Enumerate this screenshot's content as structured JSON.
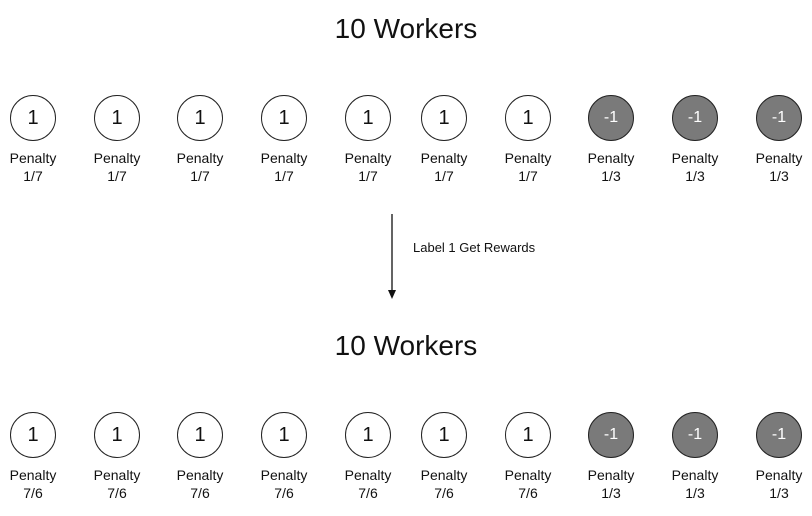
{
  "top": {
    "title": "10 Workers",
    "workers": [
      {
        "value": "1",
        "negative": false,
        "penalty_label": "Penalty",
        "penalty_value": "1/7"
      },
      {
        "value": "1",
        "negative": false,
        "penalty_label": "Penalty",
        "penalty_value": "1/7"
      },
      {
        "value": "1",
        "negative": false,
        "penalty_label": "Penalty",
        "penalty_value": "1/7"
      },
      {
        "value": "1",
        "negative": false,
        "penalty_label": "Penalty",
        "penalty_value": "1/7"
      },
      {
        "value": "1",
        "negative": false,
        "penalty_label": "Penalty",
        "penalty_value": "1/7"
      },
      {
        "value": "1",
        "negative": false,
        "penalty_label": "Penalty",
        "penalty_value": "1/7"
      },
      {
        "value": "1",
        "negative": false,
        "penalty_label": "Penalty",
        "penalty_value": "1/7"
      },
      {
        "value": "-1",
        "negative": true,
        "penalty_label": "Penalty",
        "penalty_value": "1/3"
      },
      {
        "value": "-1",
        "negative": true,
        "penalty_label": "Penalty",
        "penalty_value": "1/3"
      },
      {
        "value": "-1",
        "negative": true,
        "penalty_label": "Penalty",
        "penalty_value": "1/3"
      }
    ]
  },
  "arrow": {
    "label": "Label 1 Get Rewards"
  },
  "bottom": {
    "title": "10 Workers",
    "workers": [
      {
        "value": "1",
        "negative": false,
        "penalty_label": "Penalty",
        "penalty_value": "7/6"
      },
      {
        "value": "1",
        "negative": false,
        "penalty_label": "Penalty",
        "penalty_value": "7/6"
      },
      {
        "value": "1",
        "negative": false,
        "penalty_label": "Penalty",
        "penalty_value": "7/6"
      },
      {
        "value": "1",
        "negative": false,
        "penalty_label": "Penalty",
        "penalty_value": "7/6"
      },
      {
        "value": "1",
        "negative": false,
        "penalty_label": "Penalty",
        "penalty_value": "7/6"
      },
      {
        "value": "1",
        "negative": false,
        "penalty_label": "Penalty",
        "penalty_value": "7/6"
      },
      {
        "value": "1",
        "negative": false,
        "penalty_label": "Penalty",
        "penalty_value": "7/6"
      },
      {
        "value": "-1",
        "negative": true,
        "penalty_label": "Penalty",
        "penalty_value": "1/3"
      },
      {
        "value": "-1",
        "negative": true,
        "penalty_label": "Penalty",
        "penalty_value": "1/3"
      },
      {
        "value": "-1",
        "negative": true,
        "penalty_label": "Penalty",
        "penalty_value": "1/3"
      }
    ]
  },
  "colors": {
    "positive_fill": "#ffffff",
    "negative_fill": "#7a7a7a",
    "outline": "#222222"
  }
}
